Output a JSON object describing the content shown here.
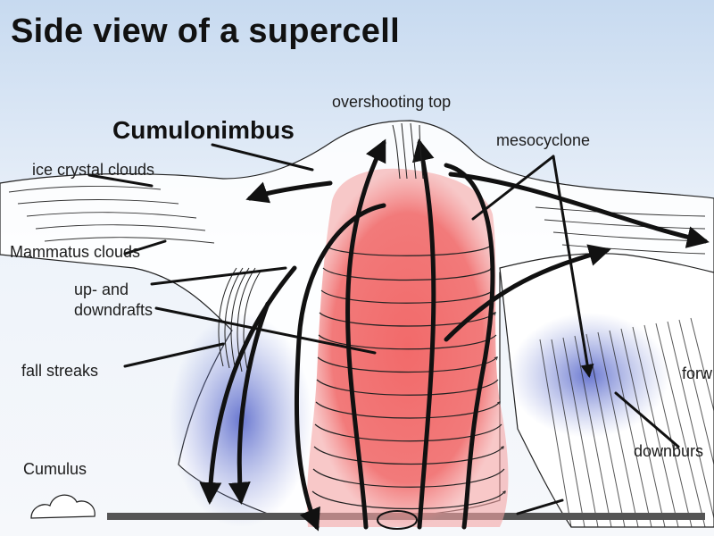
{
  "title": "Side view of a supercell",
  "labels": {
    "overshooting_top": "overshooting top",
    "cumulonimbus": "Cumulonimbus",
    "mesocyclone": "mesocyclone",
    "ice_crystal_clouds": "ice crystal clouds",
    "mammatus_clouds": "Mammatus clouds",
    "updrafts_line1": "up- and",
    "updrafts_line2": "downdrafts",
    "fall_streaks": "fall streaks",
    "cumulus": "Cumulus",
    "forward": "forw",
    "downburst": "downburs"
  },
  "colors": {
    "sky": "#e6eef8",
    "updraft_core": "#f07070",
    "precipitation": "#7f8fd8",
    "cloud_outline": "#1a1a1a"
  }
}
